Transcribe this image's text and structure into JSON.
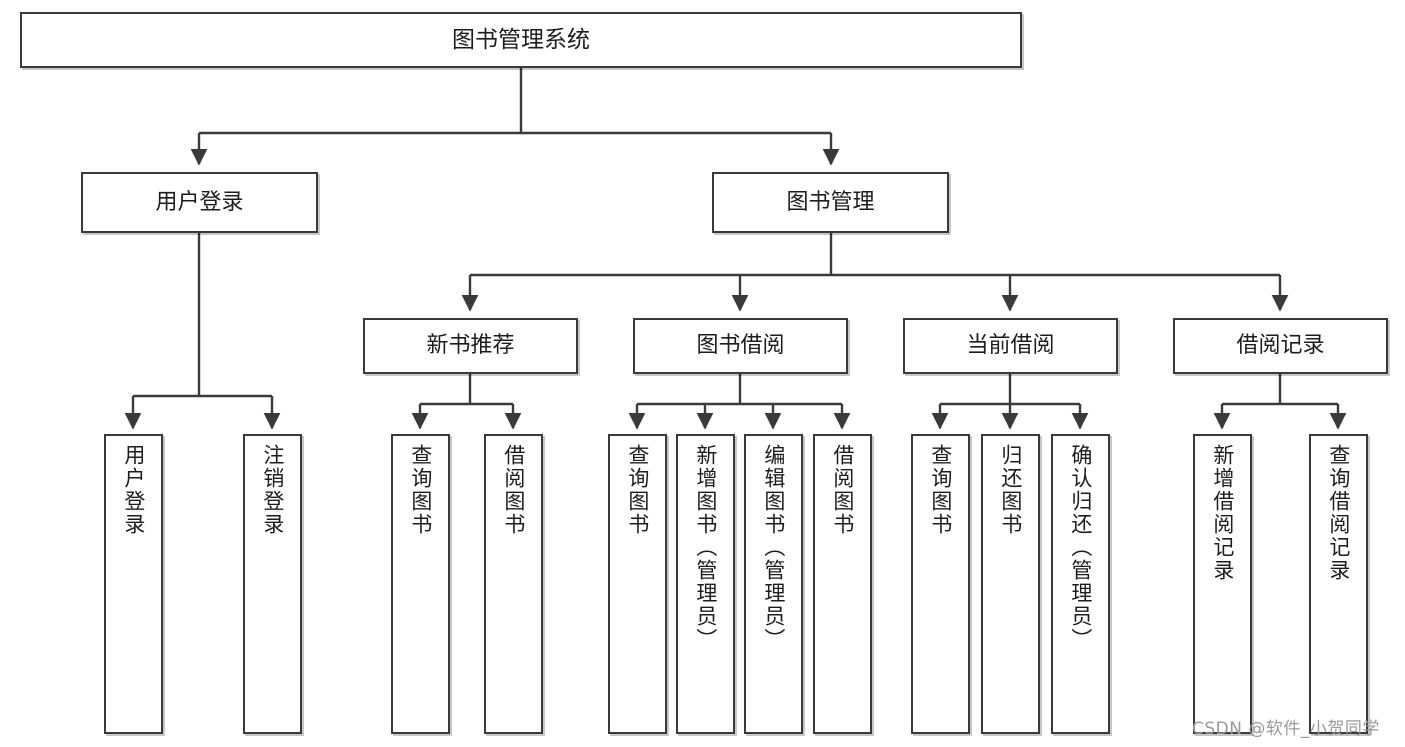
{
  "diagram": {
    "title": "图书管理系统",
    "type": "function-structure-tree",
    "stroke_color": "#3a3a3a",
    "text_color": "#1d1d1d",
    "background_color": "#ffffff",
    "watermark": "CSDN @软件_小贺同学",
    "watermark_color": "#9a9a9a"
  },
  "nodes": {
    "root": {
      "label": "图书管理系统"
    },
    "level2": [
      {
        "label": "用户登录"
      },
      {
        "label": "图书管理"
      }
    ],
    "level3": [
      {
        "label": "新书推荐"
      },
      {
        "label": "图书借阅"
      },
      {
        "label": "当前借阅"
      },
      {
        "label": "借阅记录"
      }
    ],
    "leaves": {
      "user_login": [
        {
          "label": "用户登录"
        },
        {
          "label": "注销登录"
        }
      ],
      "new_book_recommend": [
        {
          "label": "查询图书"
        },
        {
          "label": "借阅图书"
        }
      ],
      "book_borrow": [
        {
          "label": "查询图书"
        },
        {
          "label": "新增图书（管理员）"
        },
        {
          "label": "编辑图书（管理员）"
        },
        {
          "label": "借阅图书"
        }
      ],
      "current_borrow": [
        {
          "label": "查询图书"
        },
        {
          "label": "归还图书"
        },
        {
          "label": "确认归还（管理员）"
        }
      ],
      "borrow_records": [
        {
          "label": "新增借阅记录"
        },
        {
          "label": "查询借阅记录"
        }
      ]
    }
  }
}
